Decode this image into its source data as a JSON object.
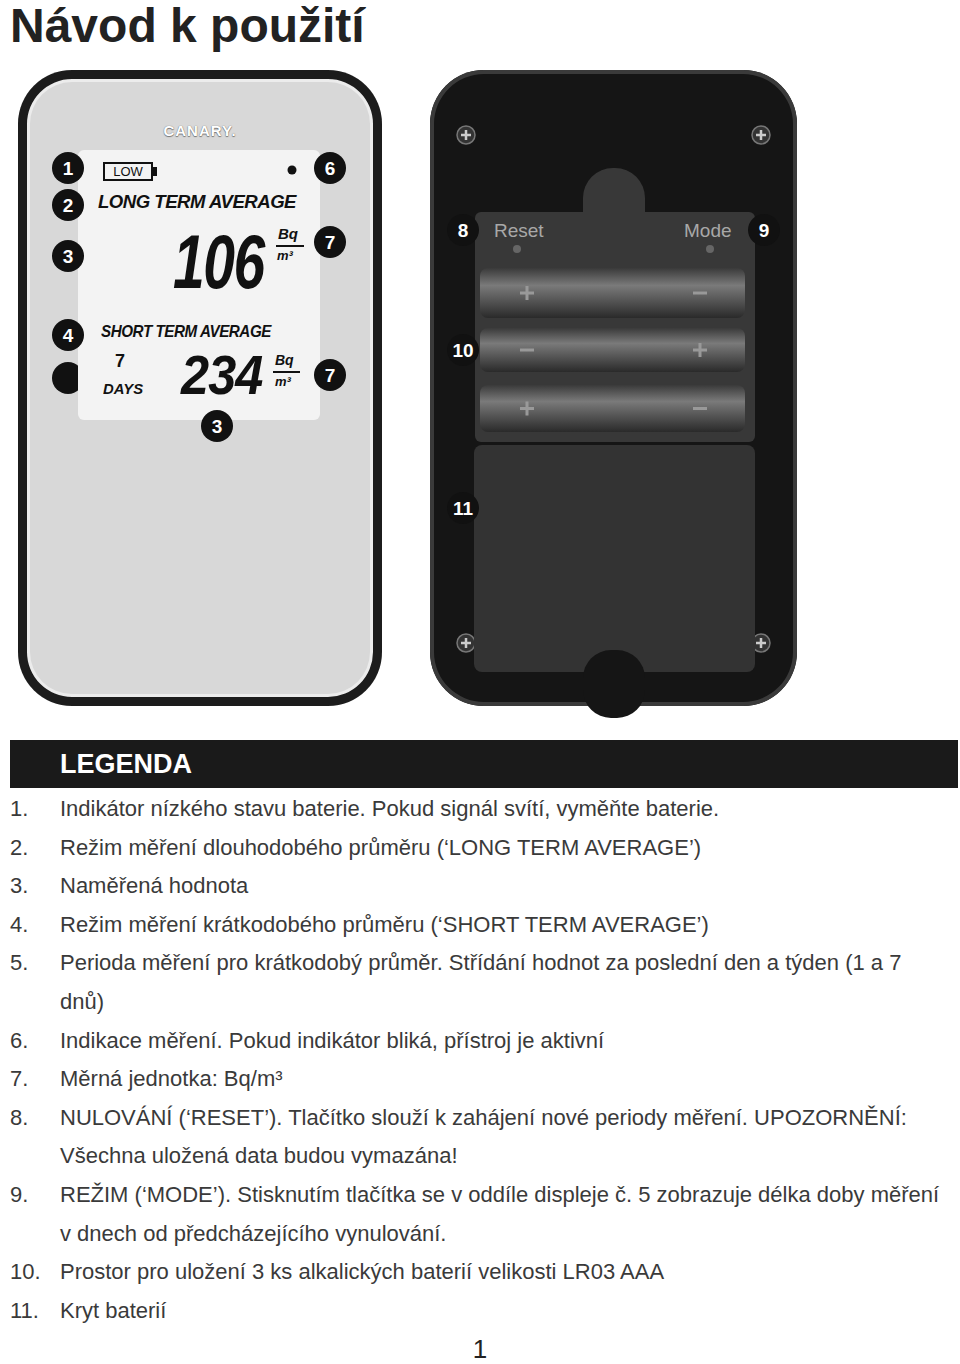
{
  "diagram": {
    "title": "Návod k použití",
    "nodes": [
      {
        "text": [
          "CANARY."
        ]
      },
      {
        "text": [
          "LONG TERM AVERAGE",
          "106",
          "Bq",
          "m³",
          "SHORT TERM AVERAGE",
          "7",
          "DAYS",
          "234",
          "Bq",
          "m³"
        ],
        "in": 0
      },
      {
        "text": [
          "LOW"
        ],
        "in": 1
      },
      {
        "text": [
          "1"
        ],
        "in": 0
      },
      {
        "text": [
          "2"
        ],
        "in": 0
      },
      {
        "text": [
          "3"
        ],
        "in": 0
      },
      {
        "text": [
          "4"
        ],
        "in": 0
      },
      {
        "text": [
          "6"
        ],
        "in": 0
      },
      {
        "text": [
          "7"
        ],
        "in": 0
      },
      {
        "text": [
          "7"
        ],
        "in": 0
      },
      {
        "text": [
          "3"
        ],
        "in": 0
      },
      {
        "text": [
          "Reset",
          "Mode"
        ]
      },
      {
        "text": [
          "8"
        ],
        "in": 11
      },
      {
        "text": [
          "9"
        ],
        "in": 11
      },
      {
        "text": [
          "10"
        ],
        "in": 11
      },
      {
        "text": [
          "11"
        ],
        "in": 11
      },
      {
        "text": [
          "LEGENDA"
        ]
      }
    ],
    "labels": [
      "1.",
      "Indikátor nízkého stavu baterie. Pokud signál svítí, vyměňte baterie.",
      "2.",
      "Režim měření dlouhodobého průměru (‘LONG TERM AVERAGE’)",
      "3.",
      "Naměřená hodnota",
      "4.",
      "Režim měření krátkodobého průměru (‘SHORT TERM AVERAGE’)",
      "5.",
      "Perioda měření pro krátkodobý průměr. Střídání hodnot za poslední den a týden (1 a 7 dnů)",
      "6.",
      "Indikace měření. Pokud indikátor bliká, přístroj je aktivní",
      "7.",
      "Měrná jednotka: Bq/m³",
      "8.",
      "NULOVÁNÍ (‘RESET’). Tlačítko slouží k zahájení nové periody měření. UPOZORNĚNÍ: Všechna uložená data budou vymazána!",
      "9.",
      "REŽIM (‘MODE’). Stisknutím tlačítka se v oddíle displeje č. 5 zobrazuje délka doby měření v dnech od předcházejícího vynulování.",
      "10.",
      "Prostor pro uložení 3 ks alkalických baterií velikosti LR03 AAA",
      "11.",
      "Kryt baterií",
      "1"
    ]
  }
}
